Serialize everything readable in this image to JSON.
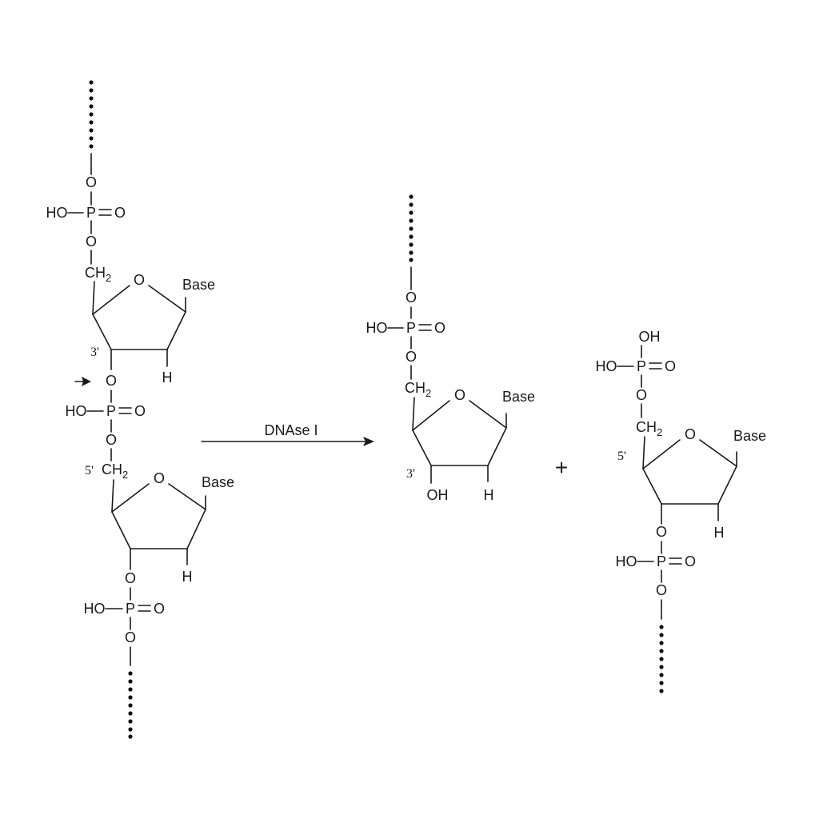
{
  "reaction": {
    "enzyme": "DNAse I",
    "plus": "+"
  },
  "atoms": {
    "O": "O",
    "P": "P",
    "HO": "HO",
    "OH": "OH",
    "H": "H",
    "CH": "CH",
    "sub2": "2",
    "Base": "Base",
    "prime3": "3'",
    "prime5": "5'"
  }
}
